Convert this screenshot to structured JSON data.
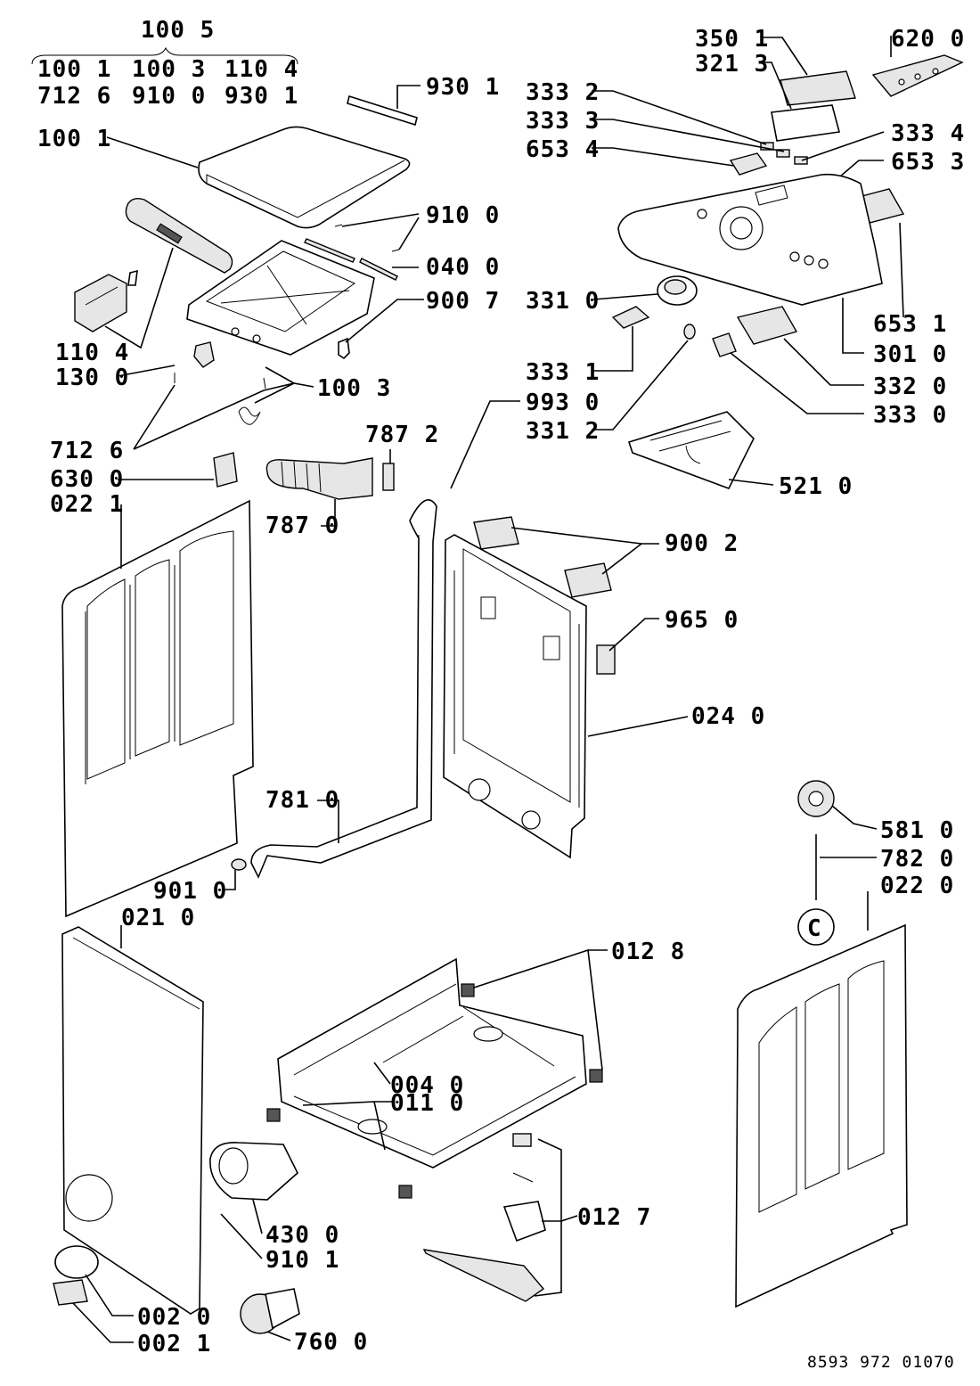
{
  "header": {
    "group_label": "100 5",
    "group_row1": [
      "100 1",
      "100 3",
      "110 4"
    ],
    "group_row2": [
      "712 6",
      "910 0",
      "930 1"
    ]
  },
  "labels": {
    "l_930_1a": "930 1",
    "l_100_1": "100 1",
    "l_910_0": "910 0",
    "l_040_0": "040 0",
    "l_900_7": "900 7",
    "l_110_4": "110 4",
    "l_130_0": "130 0",
    "l_100_3": "100 3",
    "l_712_6": "712 6",
    "l_630_0": "630 0",
    "l_022_1": "022 1",
    "l_787_2": "787 2",
    "l_787_0": "787 0",
    "l_350_1": "350 1",
    "l_321_3": "321 3",
    "l_620_0": "620 0",
    "l_333_2": "333 2",
    "l_333_3": "333 3",
    "l_333_4": "333 4",
    "l_653_4": "653 4",
    "l_653_3": "653 3",
    "l_331_0": "331 0",
    "l_653_1": "653 1",
    "l_301_0": "301 0",
    "l_333_1": "333 1",
    "l_332_0": "332 0",
    "l_333_0": "333 0",
    "l_993_0": "993 0",
    "l_331_2": "331 2",
    "l_521_0": "521 0",
    "l_900_2": "900 2",
    "l_965_0": "965 0",
    "l_024_0": "024 0",
    "l_781_0": "781 0",
    "l_901_0": "901 0",
    "l_021_0": "021 0",
    "l_581_0": "581 0",
    "l_782_0": "782 0",
    "l_022_0": "022 0",
    "l_012_8": "012 8",
    "l_004_0": "004 0",
    "l_011_0": "011 0",
    "l_012_7": "012 7",
    "l_430_0": "430 0",
    "l_910_1": "910 1",
    "l_002_0": "002 0",
    "l_002_1": "002 1",
    "l_760_0": "760 0"
  },
  "symbol_c": "C",
  "footer_code": "8593 972 01070"
}
